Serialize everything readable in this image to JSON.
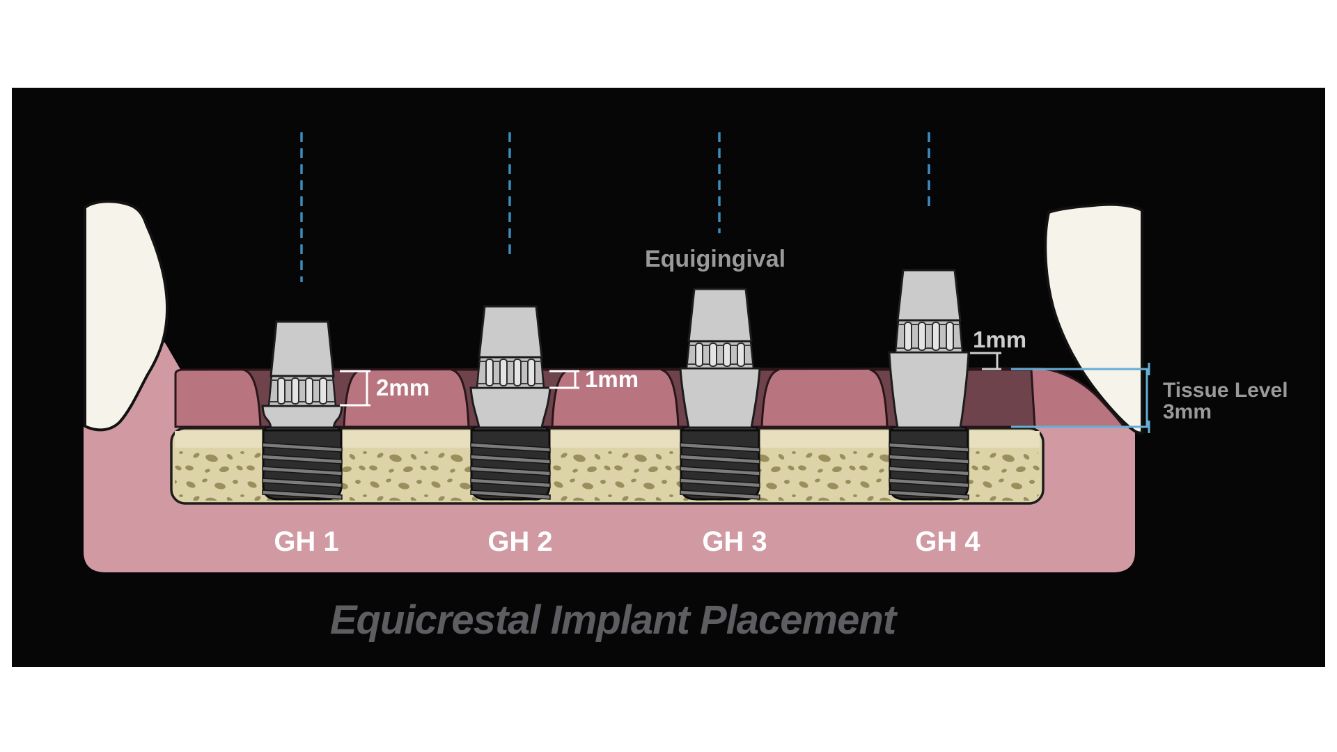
{
  "diagram": {
    "title": "Equicrestal Implant Placement",
    "equigingival_label": "Equigingival",
    "tissue_level": {
      "line1": "Tissue Level",
      "line2": "3mm"
    },
    "implants": [
      {
        "label": "GH 1",
        "measurement": "2mm"
      },
      {
        "label": "GH 2",
        "measurement": "1mm"
      },
      {
        "label": "GH 3",
        "measurement": ""
      },
      {
        "label": "GH 4",
        "measurement": "1mm"
      }
    ],
    "colors": {
      "panel_black": "#060606",
      "gum_mound": "#b8757f",
      "gum_body": "#d19aa3",
      "gum_pocket": "#6f434c",
      "bone": "#ddd3a9",
      "bone_light": "#e7dfbd",
      "bone_speckle": "#9a8f5c",
      "metal_gray": "#cbcbcb",
      "screw_dark": "#2d2d2d",
      "tooth_white": "#f6f3ea",
      "axis_blue": "#3d8cc0",
      "tissue_blue": "#66aed6",
      "label_white": "#ffffff",
      "label_light": "#cfcfcf",
      "annotation_gray": "#9a9a9a",
      "title_gray": "#5d5d62",
      "outline_dark": "#1c1c1c",
      "outline_gum": "#2a151a"
    }
  }
}
